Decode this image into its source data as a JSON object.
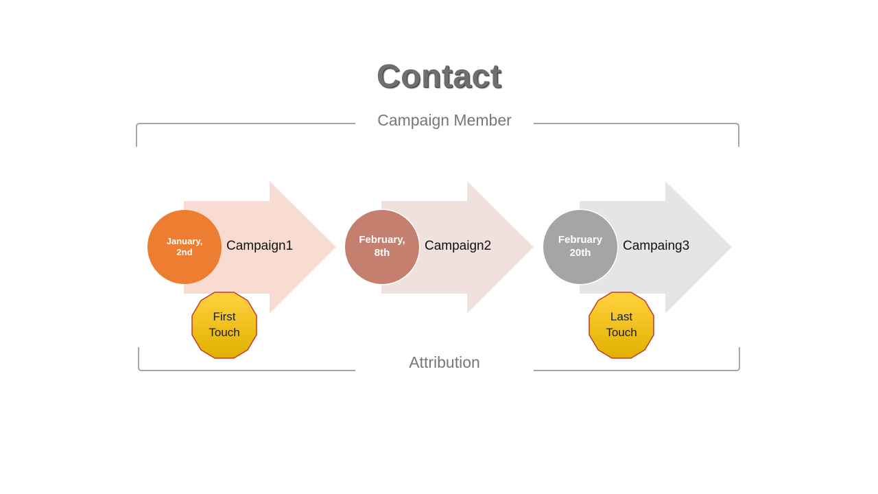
{
  "title": "Contact",
  "top_bracket": {
    "label": "Campaign Member"
  },
  "bottom_bracket": {
    "label": "Attribution"
  },
  "steps": [
    {
      "date": "January,\n2nd",
      "campaign": "Campaign1",
      "circle_color": "#ed7d31",
      "arrow_color": "#f8dcd2"
    },
    {
      "date": "February,\n8th",
      "campaign": "Campaign2",
      "circle_color": "#c47f6e",
      "arrow_color": "#f0e0de"
    },
    {
      "date": "February\n20th",
      "campaign": "Campaing3",
      "circle_color": "#a5a5a5",
      "arrow_color": "#e5e5e5"
    }
  ],
  "badges": [
    {
      "label": "First\nTouch",
      "attached_to_step": "Campaign1"
    },
    {
      "label": "Last\nTouch",
      "attached_to_step": "Campaing3"
    }
  ],
  "colors": {
    "bracket": "#a6a6a6",
    "badge_fill_top": "#ffd23f",
    "badge_fill_bottom": "#e0b000",
    "badge_border": "#c0392b"
  }
}
